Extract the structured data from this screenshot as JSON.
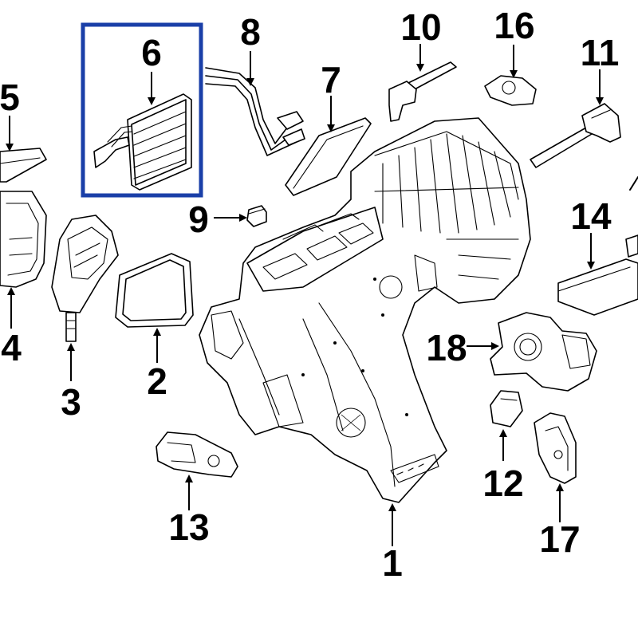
{
  "diagram": {
    "highlight_color": "#1a3fa8",
    "callouts": {
      "c1": "1",
      "c2": "2",
      "c3": "3",
      "c4": "4",
      "c5": "5",
      "c6": "6",
      "c7": "7",
      "c8": "8",
      "c9": "9",
      "c10": "10",
      "c11": "11",
      "c12": "12",
      "c13": "13",
      "c14": "14",
      "c16": "16",
      "c17": "17",
      "c18": "18"
    }
  }
}
